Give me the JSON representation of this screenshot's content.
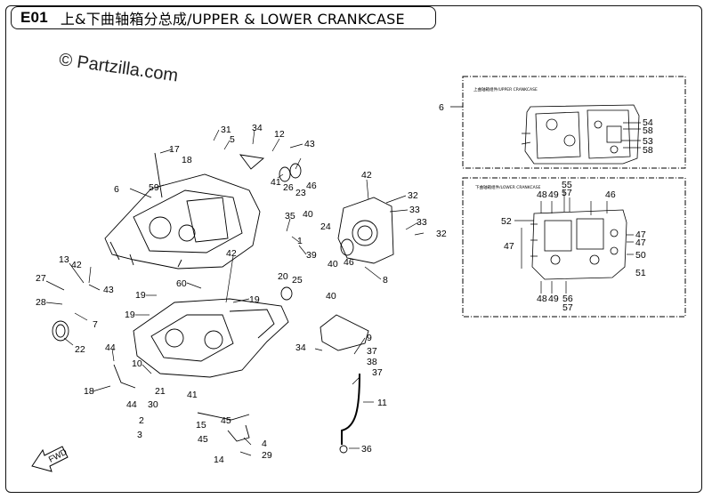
{
  "header": {
    "code": "E01",
    "name": "上&下曲轴箱分总成/UPPER & LOWER CRANKCASE"
  },
  "watermark": "© Partzilla.com",
  "inset_upper": {
    "title": "上曲轴箱组件/UPPER CRANKCASE",
    "callout": "6",
    "labels": [
      "54",
      "58",
      "53",
      "58"
    ]
  },
  "inset_lower": {
    "title": "下曲轴箱组件/LOWER CRANKCASE",
    "labels": [
      "48",
      "49",
      "55",
      "57",
      "46",
      "52",
      "47",
      "47",
      "47",
      "50",
      "51",
      "48",
      "49",
      "56",
      "57"
    ]
  },
  "fwd_label": "FWD",
  "callouts": [
    "17",
    "59",
    "18",
    "6",
    "31",
    "5",
    "34",
    "12",
    "43",
    "41",
    "26",
    "23",
    "46",
    "35",
    "40",
    "24",
    "1",
    "39",
    "42",
    "32",
    "33",
    "33",
    "32",
    "40",
    "46",
    "8",
    "40",
    "42",
    "60",
    "19",
    "20",
    "25",
    "19",
    "19",
    "13",
    "42",
    "27",
    "43",
    "28",
    "7",
    "22",
    "44",
    "10",
    "18",
    "21",
    "30",
    "44",
    "41",
    "3",
    "2",
    "15",
    "45",
    "45",
    "14",
    "4",
    "29",
    "9",
    "34",
    "37",
    "38",
    "37",
    "11",
    "36"
  ]
}
